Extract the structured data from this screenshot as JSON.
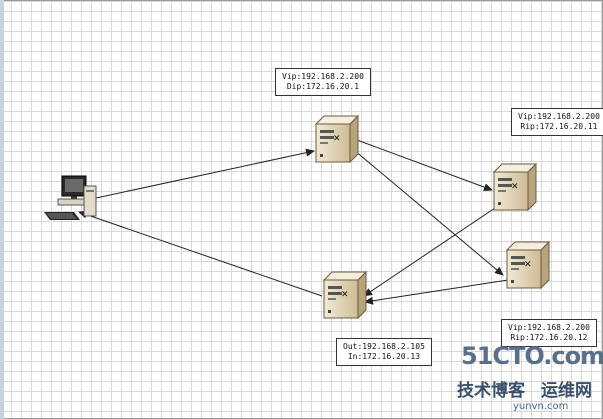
{
  "labels": {
    "director": [
      "Vip:192.168.2.200",
      "Dip:172.16.20.1"
    ],
    "real1": [
      "Vip:192.168.2.200",
      "Rip:172.16.20.11"
    ],
    "real2": [
      "Vip:192.168.2.200",
      "Rip:172.16.20.12"
    ],
    "router": [
      "Out:192.168.2.105",
      "In:172.16.20.13"
    ]
  },
  "watermark": {
    "brand": "51CTO.com",
    "line1": "技术博客",
    "line2": "运维网",
    "url": "yunvn.com"
  },
  "colors": {
    "server_body": "#e8dcc0",
    "server_shade": "#b9a784",
    "arrow": "#222222",
    "grid": "#d8d8d8"
  }
}
